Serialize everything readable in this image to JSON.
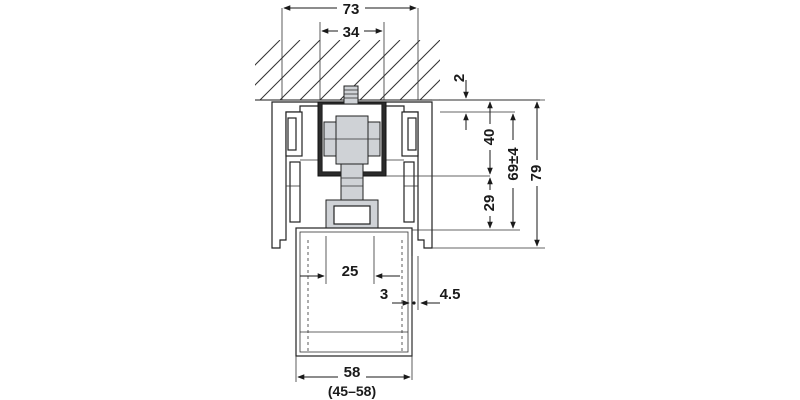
{
  "dimensions": {
    "top_width": "73",
    "inner_width": "34",
    "gap_top": "2",
    "height_40": "40",
    "height_69": "69±4",
    "height_79": "79",
    "height_29": "29",
    "door_inner": "25",
    "offset_3": "3",
    "offset_4_5": "4.5",
    "door_width": "58",
    "door_range": "(45–58)"
  },
  "colors": {
    "line": "#1a1a1a",
    "profile_gray": "#cfd2d6",
    "profile_dark": "#2b2b2b"
  }
}
